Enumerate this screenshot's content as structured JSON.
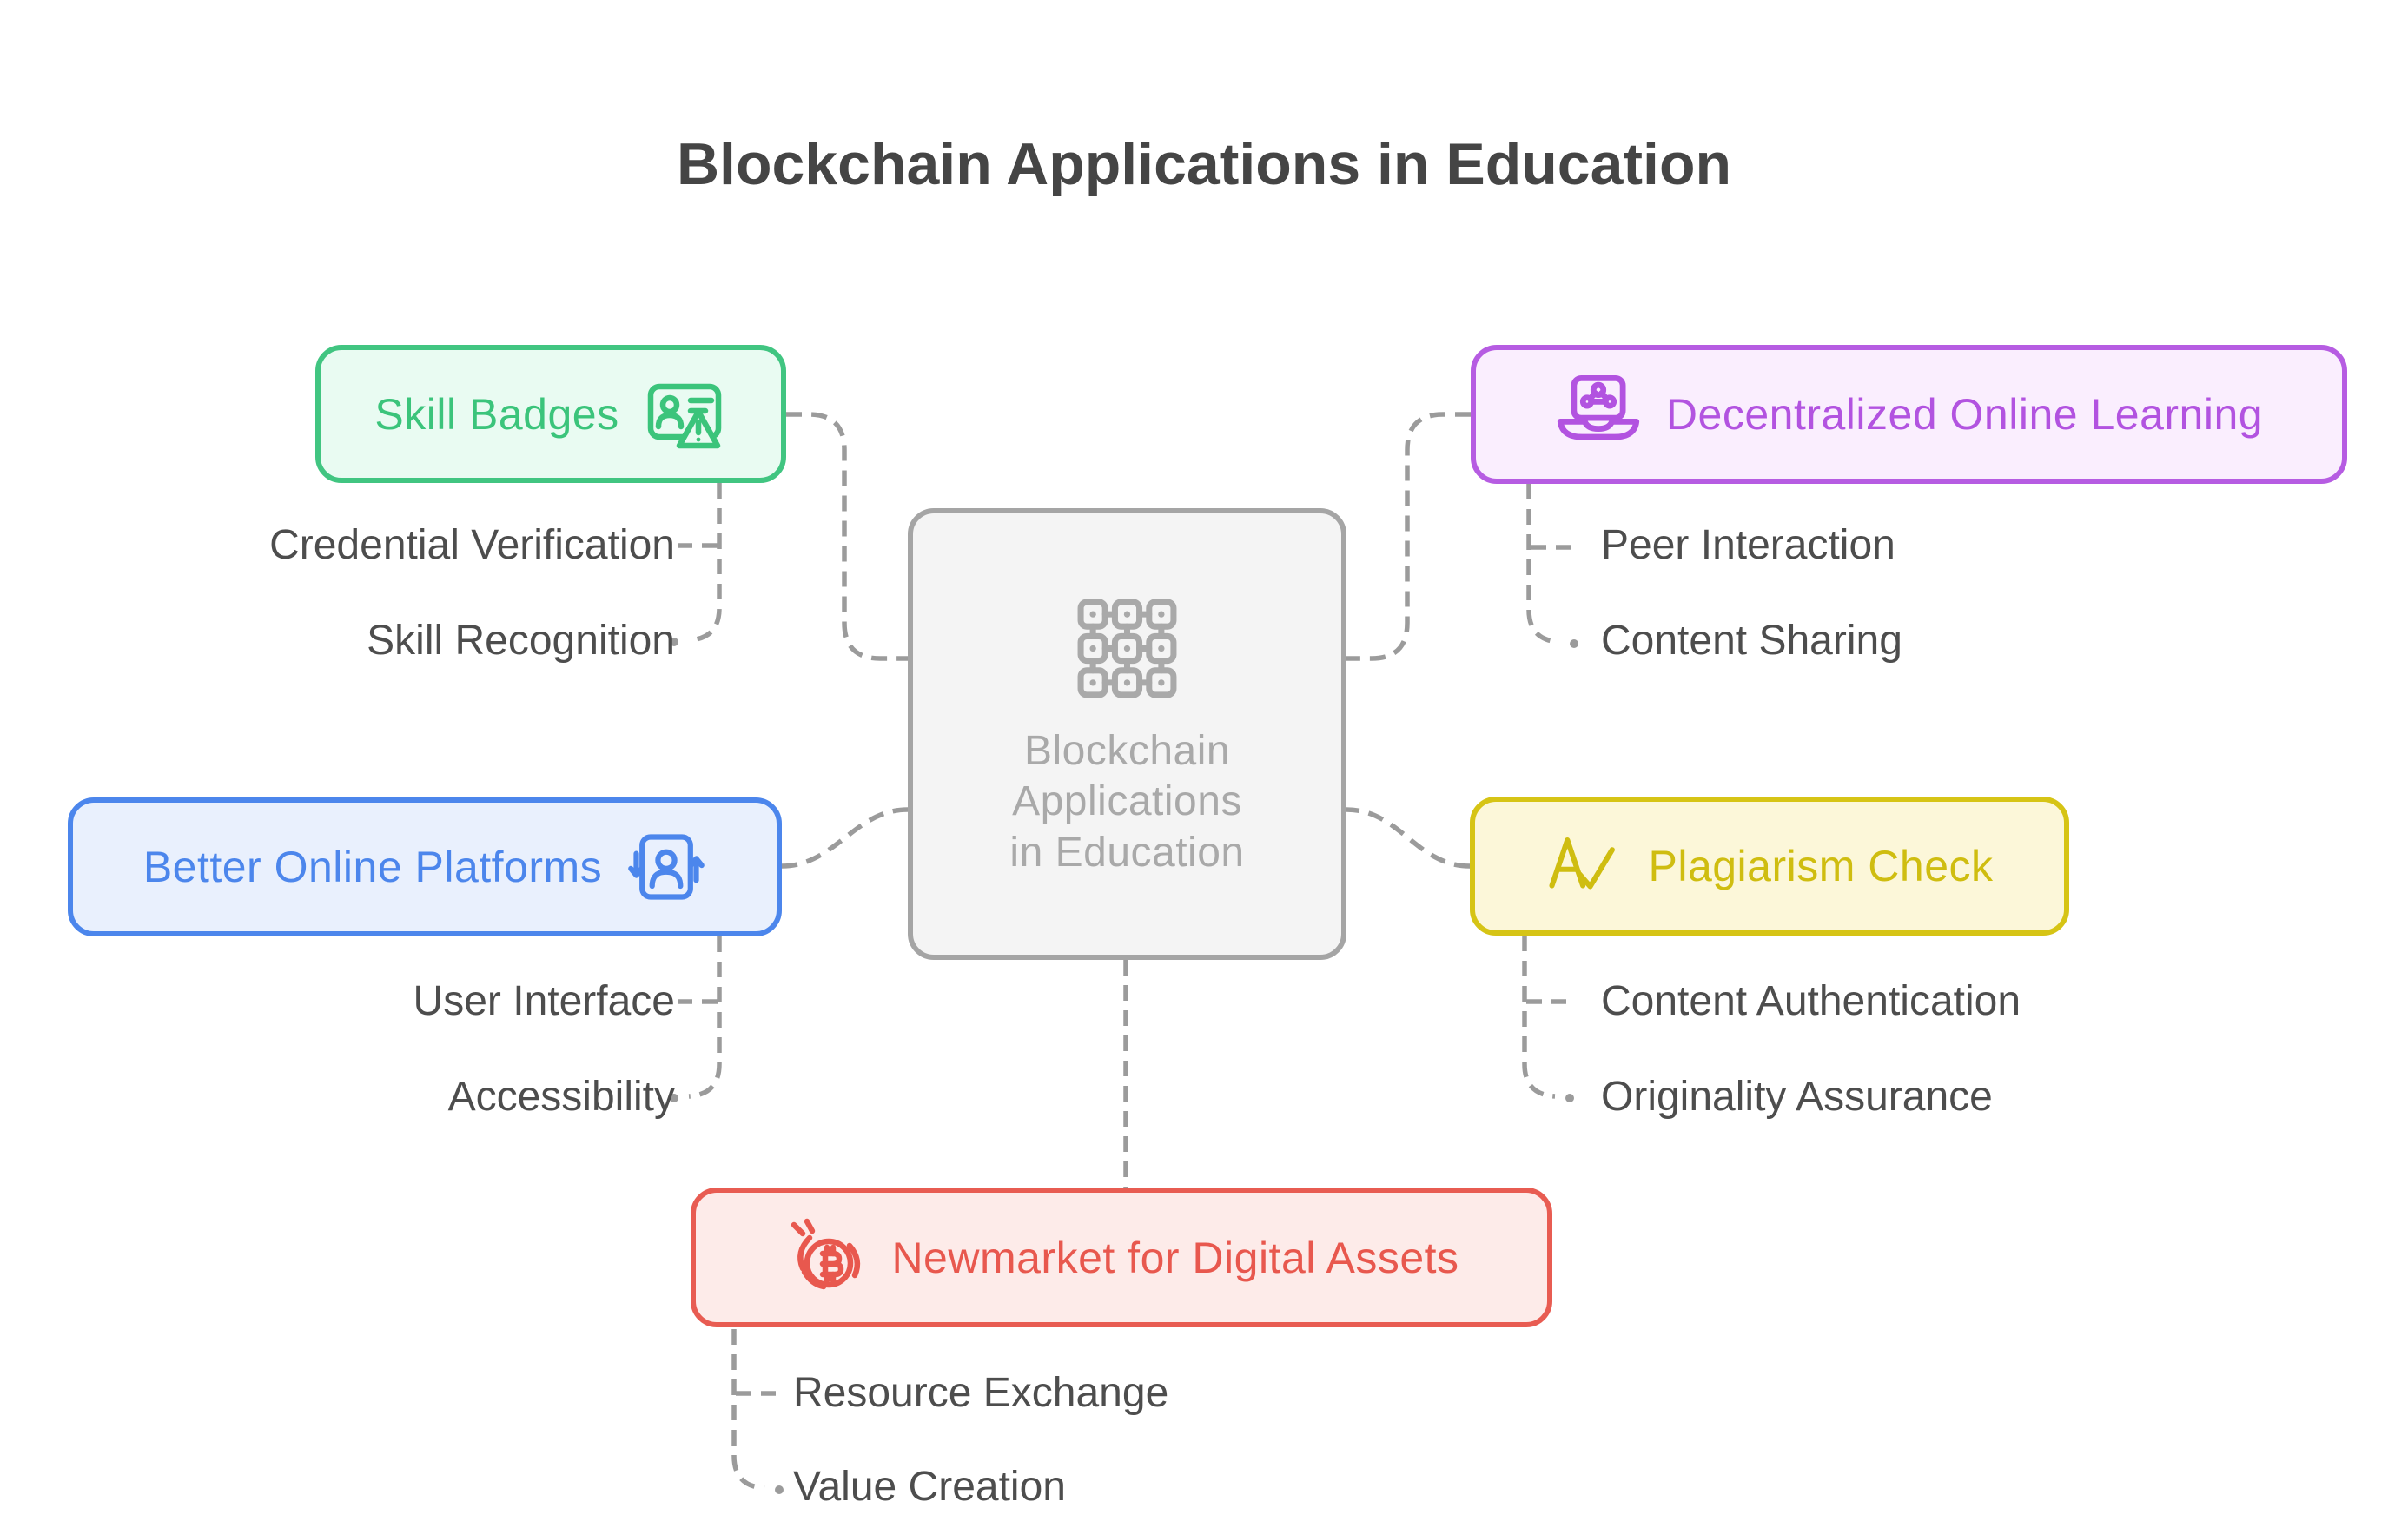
{
  "title": "Blockchain Applications in Education",
  "connector_color": "#9b9b9b",
  "central": {
    "lines": [
      "Blockchain",
      "Applications",
      "in Education"
    ],
    "icon": "blockchain-grid-icon",
    "border_color": "#a5a5a5",
    "fill_color": "#f4f4f4",
    "text_color": "#a9a9a9"
  },
  "branches": [
    {
      "label": "Skill Badges",
      "icon": "id-badge-alert-icon",
      "accent": "#41c581",
      "fill": "#e9fbf2",
      "children": [
        "Credential Verification",
        "Skill Recognition"
      ]
    },
    {
      "label": "Decentralized Online Learning",
      "icon": "laptop-network-icon",
      "accent": "#b65ce2",
      "fill": "#faeefe",
      "children": [
        "Peer Interaction",
        "Content Sharing"
      ]
    },
    {
      "label": "Better Online Platforms",
      "icon": "user-sync-icon",
      "accent": "#4c86ec",
      "fill": "#e9f0fd",
      "children": [
        "User Interface",
        "Accessibility"
      ]
    },
    {
      "label": "Plagiarism Check",
      "icon": "spellcheck-icon",
      "accent": "#d6c415",
      "fill": "#fcf7d9",
      "children": [
        "Content Authentication",
        "Originality Assurance"
      ]
    },
    {
      "label": "Newmarket for Digital Assets",
      "icon": "bitcoin-hand-icon",
      "accent": "#e85c52",
      "fill": "#fdebe9",
      "children": [
        "Resource Exchange",
        "Value Creation"
      ]
    }
  ]
}
